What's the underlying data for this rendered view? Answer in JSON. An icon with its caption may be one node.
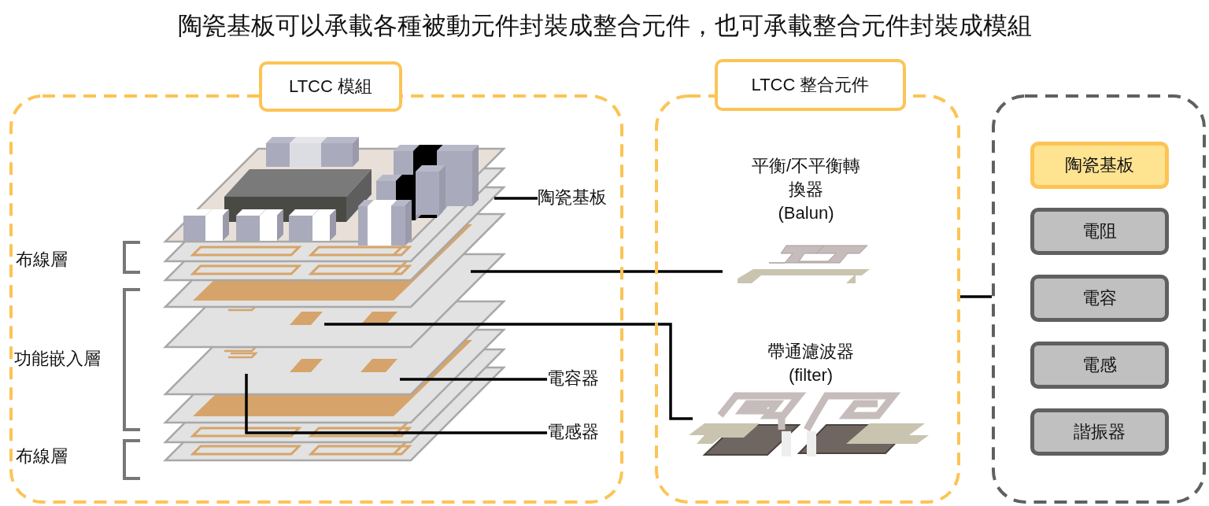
{
  "diagram": {
    "title": "陶瓷基板可以承載各種被動元件封裝成整合元件，也可承載整合元件封裝成模組",
    "nodes": [
      {
        "text": [
          "LTCC 模組"
        ]
      },
      {
        "text": [
          "陶瓷基板"
        ],
        "in": 0
      },
      {
        "text": [
          "電容器"
        ],
        "in": 0
      },
      {
        "text": [
          "電感器"
        ],
        "in": 0
      },
      {
        "text": [
          "LTCC 整合元件"
        ]
      },
      {
        "text": [
          "平衡/不平衡轉換器",
          "(Balun)"
        ],
        "in": 4
      },
      {
        "text": [
          "帶通濾波器",
          "(filter)"
        ],
        "in": 4
      },
      {
        "text": [],
        "shape": "box"
      },
      {
        "text": [
          "陶瓷基板"
        ],
        "in": 7
      },
      {
        "text": [
          "電阻"
        ],
        "in": 7
      },
      {
        "text": [
          "電容"
        ],
        "in": 7
      },
      {
        "text": [
          "電感"
        ],
        "in": 7
      },
      {
        "text": [
          "諧振器"
        ],
        "in": 7
      }
    ],
    "edges": [
      {
        "from": null,
        "to": 5,
        "arrow": "none"
      },
      {
        "from": null,
        "to": 6,
        "arrow": "none"
      },
      {
        "from": 1,
        "to": null,
        "arrow": "none"
      },
      {
        "from": 2,
        "to": null,
        "arrow": "none"
      },
      {
        "from": 3,
        "to": null,
        "arrow": "none"
      },
      {
        "from": 4,
        "to": 7,
        "arrow": "none"
      }
    ],
    "labels": [
      "布線層",
      "功能嵌入層",
      "布線層"
    ]
  }
}
